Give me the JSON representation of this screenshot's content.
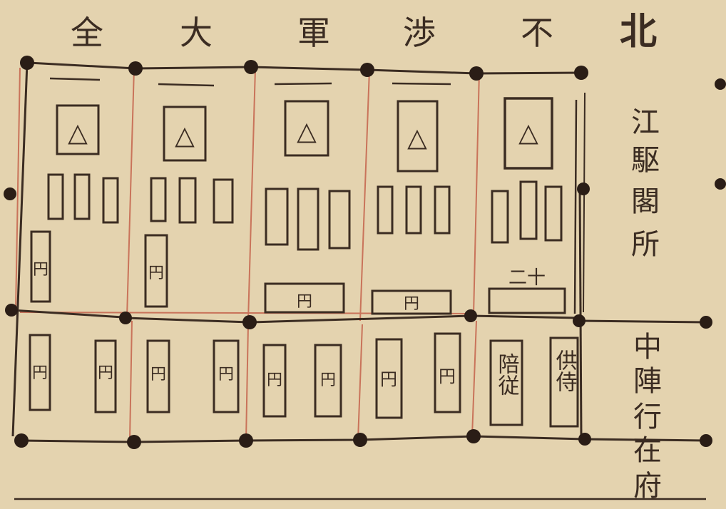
{
  "document": {
    "header_chars": [
      "全",
      "大",
      "軍",
      "渉",
      "不",
      "北"
    ],
    "right_note_upper": [
      "江",
      "駆",
      "閣",
      "所"
    ],
    "right_note_lower": [
      "中",
      "陣",
      "行",
      "在",
      "府"
    ],
    "triangle_mark": "△",
    "seat_label": "円",
    "extra_mark": "二十",
    "attendant_labels": [
      "陪従",
      "供侍"
    ]
  },
  "colors": {
    "paper": "#e8d9b6",
    "ink": "#3b2c22",
    "red_ink": "#c9735a",
    "dot": "#2a1d16"
  }
}
